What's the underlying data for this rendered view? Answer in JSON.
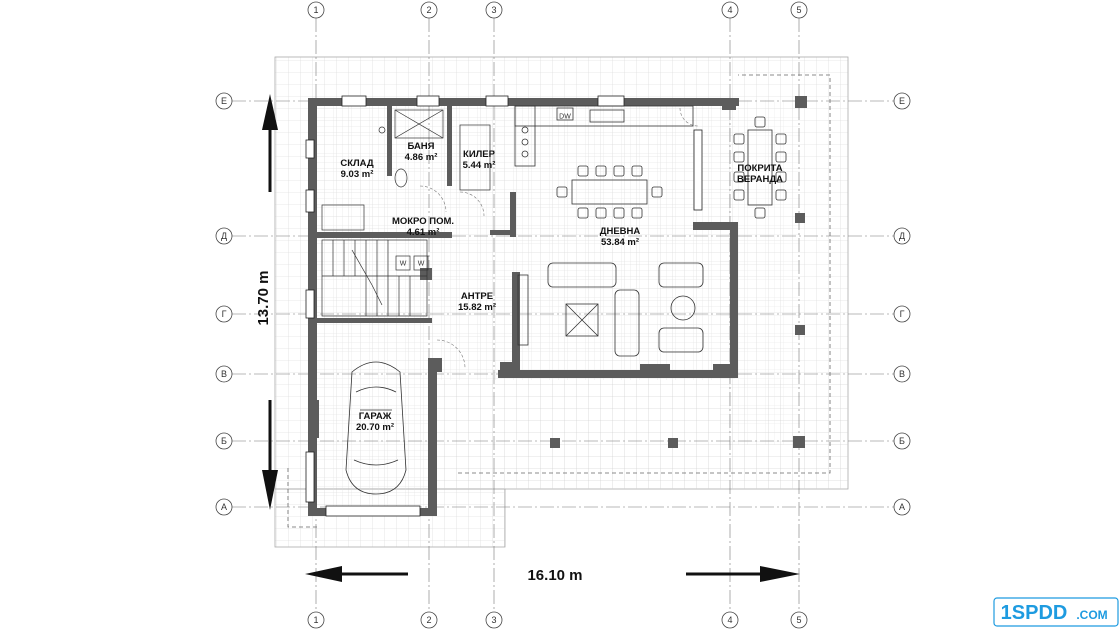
{
  "grid": {
    "columns": [
      "1",
      "2",
      "3",
      "4",
      "5"
    ],
    "rows": [
      "Е",
      "Д",
      "Г",
      "В",
      "Б",
      "А"
    ]
  },
  "rooms": {
    "sklad": {
      "name": "СКЛАД",
      "area": "9.03 m²"
    },
    "banya": {
      "name": "БАНЯ",
      "area": "4.86 m²"
    },
    "kiler": {
      "name": "КИЛЕР",
      "area": "5.44 m²"
    },
    "mokro": {
      "name": "МОКРО ПОМ.",
      "area": "4.61 m²"
    },
    "dnevna": {
      "name": "ДНЕВНА",
      "area": "53.84 m²"
    },
    "antre": {
      "name": "АНТРЕ",
      "area": "15.82 m²"
    },
    "garazh": {
      "name": "ГАРАЖ",
      "area": "20.70 m²"
    },
    "veranda": {
      "name": "ПОКРИТА",
      "name2": "ВЕРАНДА"
    }
  },
  "fixtures": {
    "dishwasher": "DW",
    "washer": "W"
  },
  "dimensions": {
    "width": "16.10 m",
    "depth": "13.70 m"
  },
  "logo": {
    "text": "1SPDD",
    "suffix": ".COM",
    "color": "#1e9be0"
  },
  "colors": {
    "wall": "#555555",
    "line": "#222222",
    "grid": "#d4d4d4"
  }
}
